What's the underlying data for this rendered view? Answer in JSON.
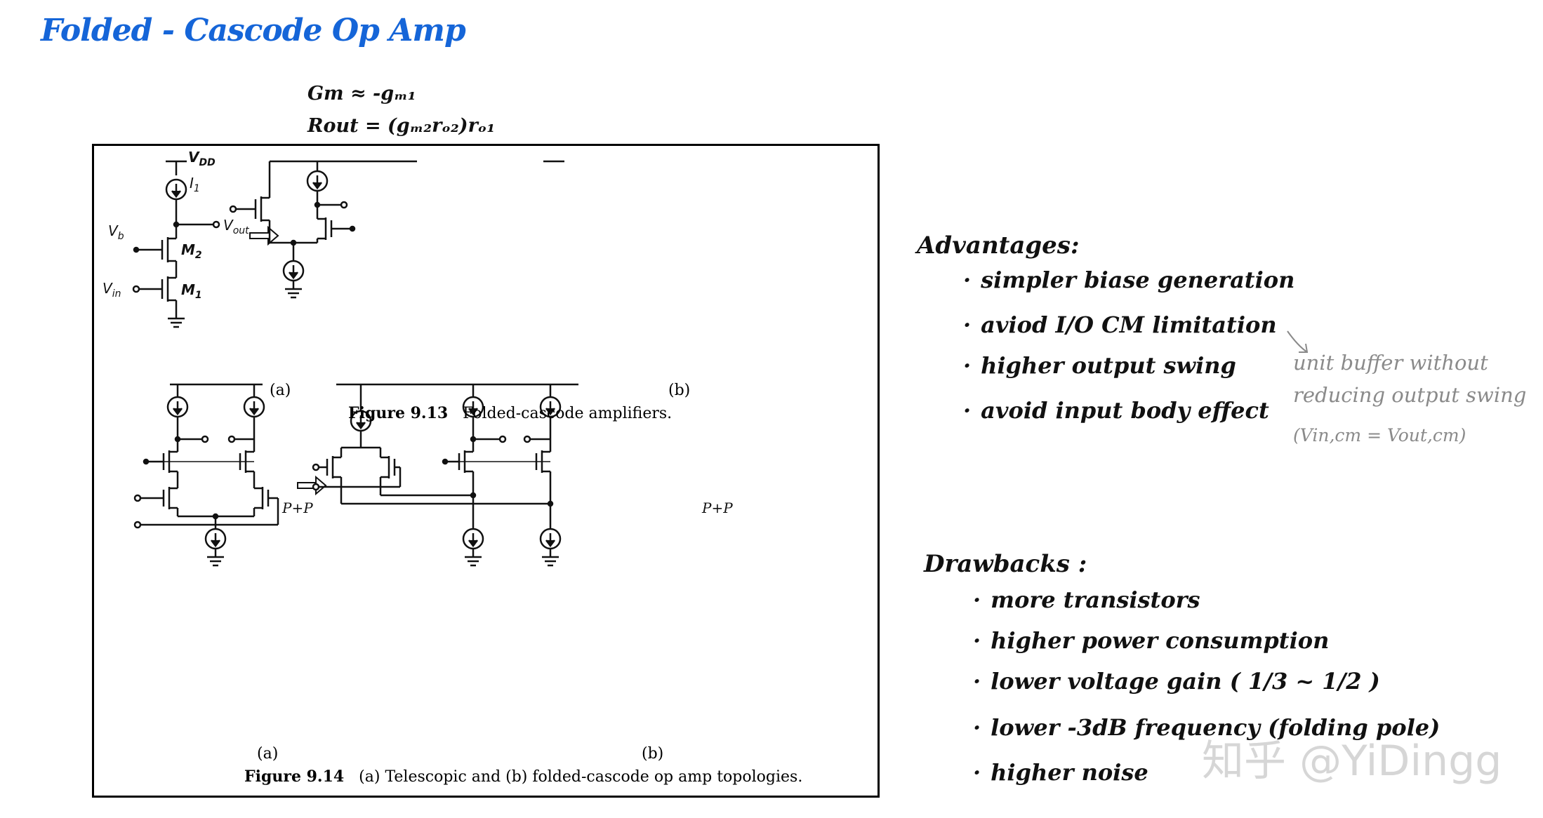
{
  "title": "Folded - Cascode  Op  Amp",
  "equations": {
    "gm": "Gm ≈ -gₘ₁",
    "rout": "Rout = (gₘ₂rₒ₂)rₒ₁"
  },
  "figure_913": {
    "caption_num": "Figure 9.13",
    "caption_text": "Folded-cascode amplifiers.",
    "sub_a": "(a)",
    "sub_b": "(b)"
  },
  "figure_914": {
    "caption_num": "Figure 9.14",
    "caption_text": "(a) Telescopic and (b) folded-cascode op amp topologies.",
    "sub_a": "(a)",
    "sub_b": "(b)",
    "handwritten_pp": "P+P"
  },
  "advantages": {
    "heading": "Advantages:",
    "items": [
      "simpler biase generation",
      "aviod I/O CM limitation",
      "higher output swing",
      "avoid input body effect"
    ],
    "note_line1": "unit buffer without",
    "note_line2": "reducing output swing",
    "note_line3": "(Vin,cm = Vout,cm)"
  },
  "drawbacks": {
    "heading": "Drawbacks :",
    "items": [
      "more transistors",
      "higher power consumption",
      "lower voltage gain ( 1/3 ~ 1/2 )",
      "lower -3dB frequency (folding pole)",
      "higher noise"
    ]
  },
  "watermark": "知乎 @YiDingg",
  "colors": {
    "title": "#1565d8",
    "ink": "#111111",
    "note": "#8a8a8a"
  }
}
